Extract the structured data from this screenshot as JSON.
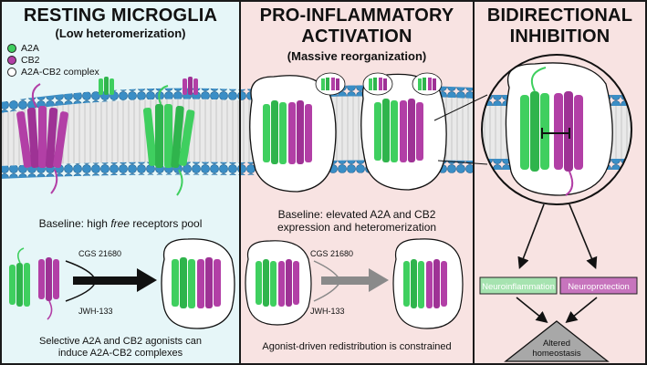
{
  "colors": {
    "a2a": "#3fcf5f",
    "cb2": "#b23fa6",
    "complex": "#ffffff",
    "panel_resting": "#e6f6f8",
    "panel_inflammatory": "#f8e3e2",
    "membrane_head": "#3a8ec6",
    "membrane_tail": "#e8e8e8"
  },
  "panels": {
    "resting": {
      "title": "RESTING MICROGLIA",
      "subtitle": "(Low heteromerization)",
      "caption_top_prefix": "Baseline: high ",
      "caption_top_em": "free",
      "caption_top_suffix": " receptors pool",
      "drug_1": "CGS 21680",
      "drug_2": "JWH-133",
      "caption_bottom_line1": "Selective A2A and CB2 agonists can",
      "caption_bottom_line2": "induce A2A-CB2 complexes"
    },
    "inflammatory": {
      "title_line1": "PRO-INFLAMMATORY",
      "title_line2": "ACTIVATION",
      "subtitle": "(Massive reorganization)",
      "caption_top_line1": "Baseline: elevated A2A and CB2",
      "caption_top_line2": "expression and heteromerization",
      "drug_1": "CGS 21680",
      "drug_2": "JWH-133",
      "caption_bottom": "Agonist-driven redistribution is constrained"
    },
    "bidirectional": {
      "title_line1": "BIDIRECTIONAL",
      "title_line2": "INHIBITION",
      "box_neuroinflammation": "Neuroinflammation",
      "box_neuroprotection": "Neuroprotection",
      "outcome_line1": "Altered",
      "outcome_line2": "homeostasis"
    }
  },
  "legend": [
    {
      "label": "A2A",
      "color": "#3fcf5f"
    },
    {
      "label": "CB2",
      "color": "#b23fa6"
    },
    {
      "label": "A2A-CB2 complex",
      "color": "#ffffff"
    }
  ],
  "icons": [
    "membrane-bilayer",
    "receptor-helix-bundle",
    "arrow-right-icon",
    "inhibition-bar-icon",
    "down-arrow-icon"
  ]
}
